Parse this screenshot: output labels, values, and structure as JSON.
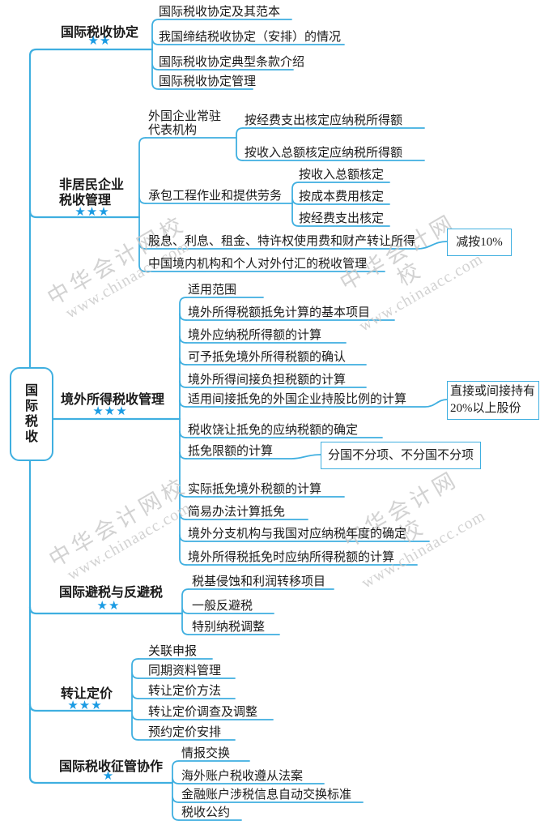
{
  "root": {
    "label": "国际税收"
  },
  "watermark": {
    "line1": "中华会计网校",
    "line2": "www.chinaacc.com"
  },
  "colors": {
    "line": "#3fafe0",
    "star": "#1a9be3",
    "text": "#1a1a1a",
    "watermark": "#c7c7c7"
  },
  "branches": [
    {
      "label": "国际税收协定",
      "stars": "★★",
      "children": [
        {
          "label": "国际税收协定及其范本"
        },
        {
          "label": "我国缔结税收协定（安排）的情况"
        },
        {
          "label": "国际税收协定典型条款介绍"
        },
        {
          "label": "国际税收协定管理"
        }
      ]
    },
    {
      "label": "非居民企业税收管理",
      "stars": "★★★",
      "children": [
        {
          "label": "外国企业常驻代表机构",
          "children": [
            {
              "label": "按经费支出核定应纳税所得额"
            },
            {
              "label": "按收入总额核定应纳税所得额"
            }
          ]
        },
        {
          "label": "承包工程作业和提供劳务",
          "children": [
            {
              "label": "按收入总额核定"
            },
            {
              "label": "按成本费用核定"
            },
            {
              "label": "按经费支出核定"
            }
          ]
        },
        {
          "label": "股息、利息、租金、特许权使用费和财产转让所得",
          "callout": "减按10%"
        },
        {
          "label": "中国境内机构和个人对外付汇的税收管理"
        }
      ]
    },
    {
      "label": "境外所得税收管理",
      "stars": "★★★",
      "children": [
        {
          "label": "适用范围"
        },
        {
          "label": "境外所得税额抵免计算的基本项目"
        },
        {
          "label": "境外应纳税所得额的计算"
        },
        {
          "label": "可予抵免境外所得税额的确认"
        },
        {
          "label": "境外所得间接负担税额的计算"
        },
        {
          "label": "适用间接抵免的外国企业持股比例的计算",
          "callout": "直接或间接持有20%以上股份"
        },
        {
          "label": "税收饶让抵免的应纳税额的确定"
        },
        {
          "label": "抵免限额的计算",
          "callout": "分国不分项、不分国不分项"
        },
        {
          "label": "实际抵免境外税额的计算"
        },
        {
          "label": "简易办法计算抵免"
        },
        {
          "label": "境外分支机构与我国对应纳税年度的确定"
        },
        {
          "label": "境外所得税抵免时应纳所得税额的计算"
        }
      ]
    },
    {
      "label": "国际避税与反避税",
      "stars": "★★",
      "children": [
        {
          "label": "税基侵蚀和利润转移项目"
        },
        {
          "label": "一般反避税"
        },
        {
          "label": "特别纳税调整"
        }
      ]
    },
    {
      "label": "转让定价",
      "stars": "★★★",
      "children": [
        {
          "label": "关联申报"
        },
        {
          "label": "同期资料管理"
        },
        {
          "label": "转让定价方法"
        },
        {
          "label": "转让定价调查及调整"
        },
        {
          "label": "预约定价安排"
        }
      ]
    },
    {
      "label": "国际税收征管协作",
      "stars": "★",
      "children": [
        {
          "label": "情报交换"
        },
        {
          "label": "海外账户税收遵从法案"
        },
        {
          "label": "金融账户涉税信息自动交换标准"
        },
        {
          "label": "税收公约"
        }
      ]
    }
  ]
}
